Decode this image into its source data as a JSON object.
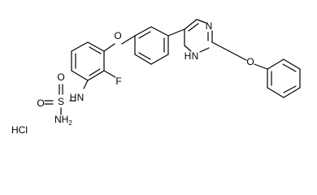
{
  "structure": {
    "atoms": {
      "O_ether": "O",
      "F": "F",
      "N_sulfonamide": "N",
      "H_sulfonamide": "H",
      "S": "S",
      "O_sulfonyl_top": "O",
      "O_sulfonyl_left": "O",
      "NH2": "NH",
      "NH2_sub": "2",
      "N_imidazole": "N",
      "N_imidazole_H": "N",
      "H_imidazole": "H",
      "O_phenoxy": "O",
      "salt": "HCl"
    }
  }
}
